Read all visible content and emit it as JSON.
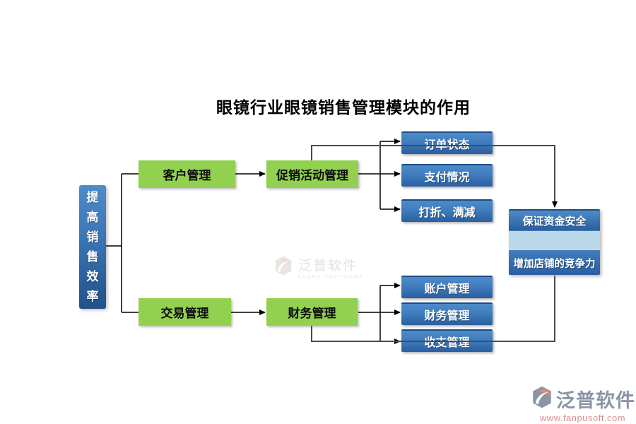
{
  "title": "眼镜行业眼镜销售管理模块的作用",
  "goal": {
    "label": "提高销售效率"
  },
  "level1": {
    "customer": "客户管理",
    "trade": "交易管理"
  },
  "level2": {
    "promotion": "促销活动管理",
    "finance": "财务管理"
  },
  "promotion_outputs": [
    "订单状态",
    "支付情况",
    "打折、满减"
  ],
  "finance_outputs": [
    "账户管理",
    "财务管理",
    "收支管理"
  ],
  "result": {
    "top": "保证资金安全",
    "bottom": "增加店铺的竞争力"
  },
  "watermark": {
    "name": "泛普软件",
    "sub": "FANPU SOFTWARE"
  },
  "footer": {
    "brand": "泛普软件",
    "url": "www.fanpusoft.com"
  },
  "colors": {
    "node_green": "#92d050",
    "blue_gradient_top": "#4d8bc9",
    "blue_gradient_bottom": "#2b5e9f",
    "result_panel_light": "#b9d9ea",
    "connector_black": "#000000",
    "connector_gray": "#4a4a4a",
    "brand_text": "#8b94a6",
    "brand_url": "#dd8e8e"
  }
}
